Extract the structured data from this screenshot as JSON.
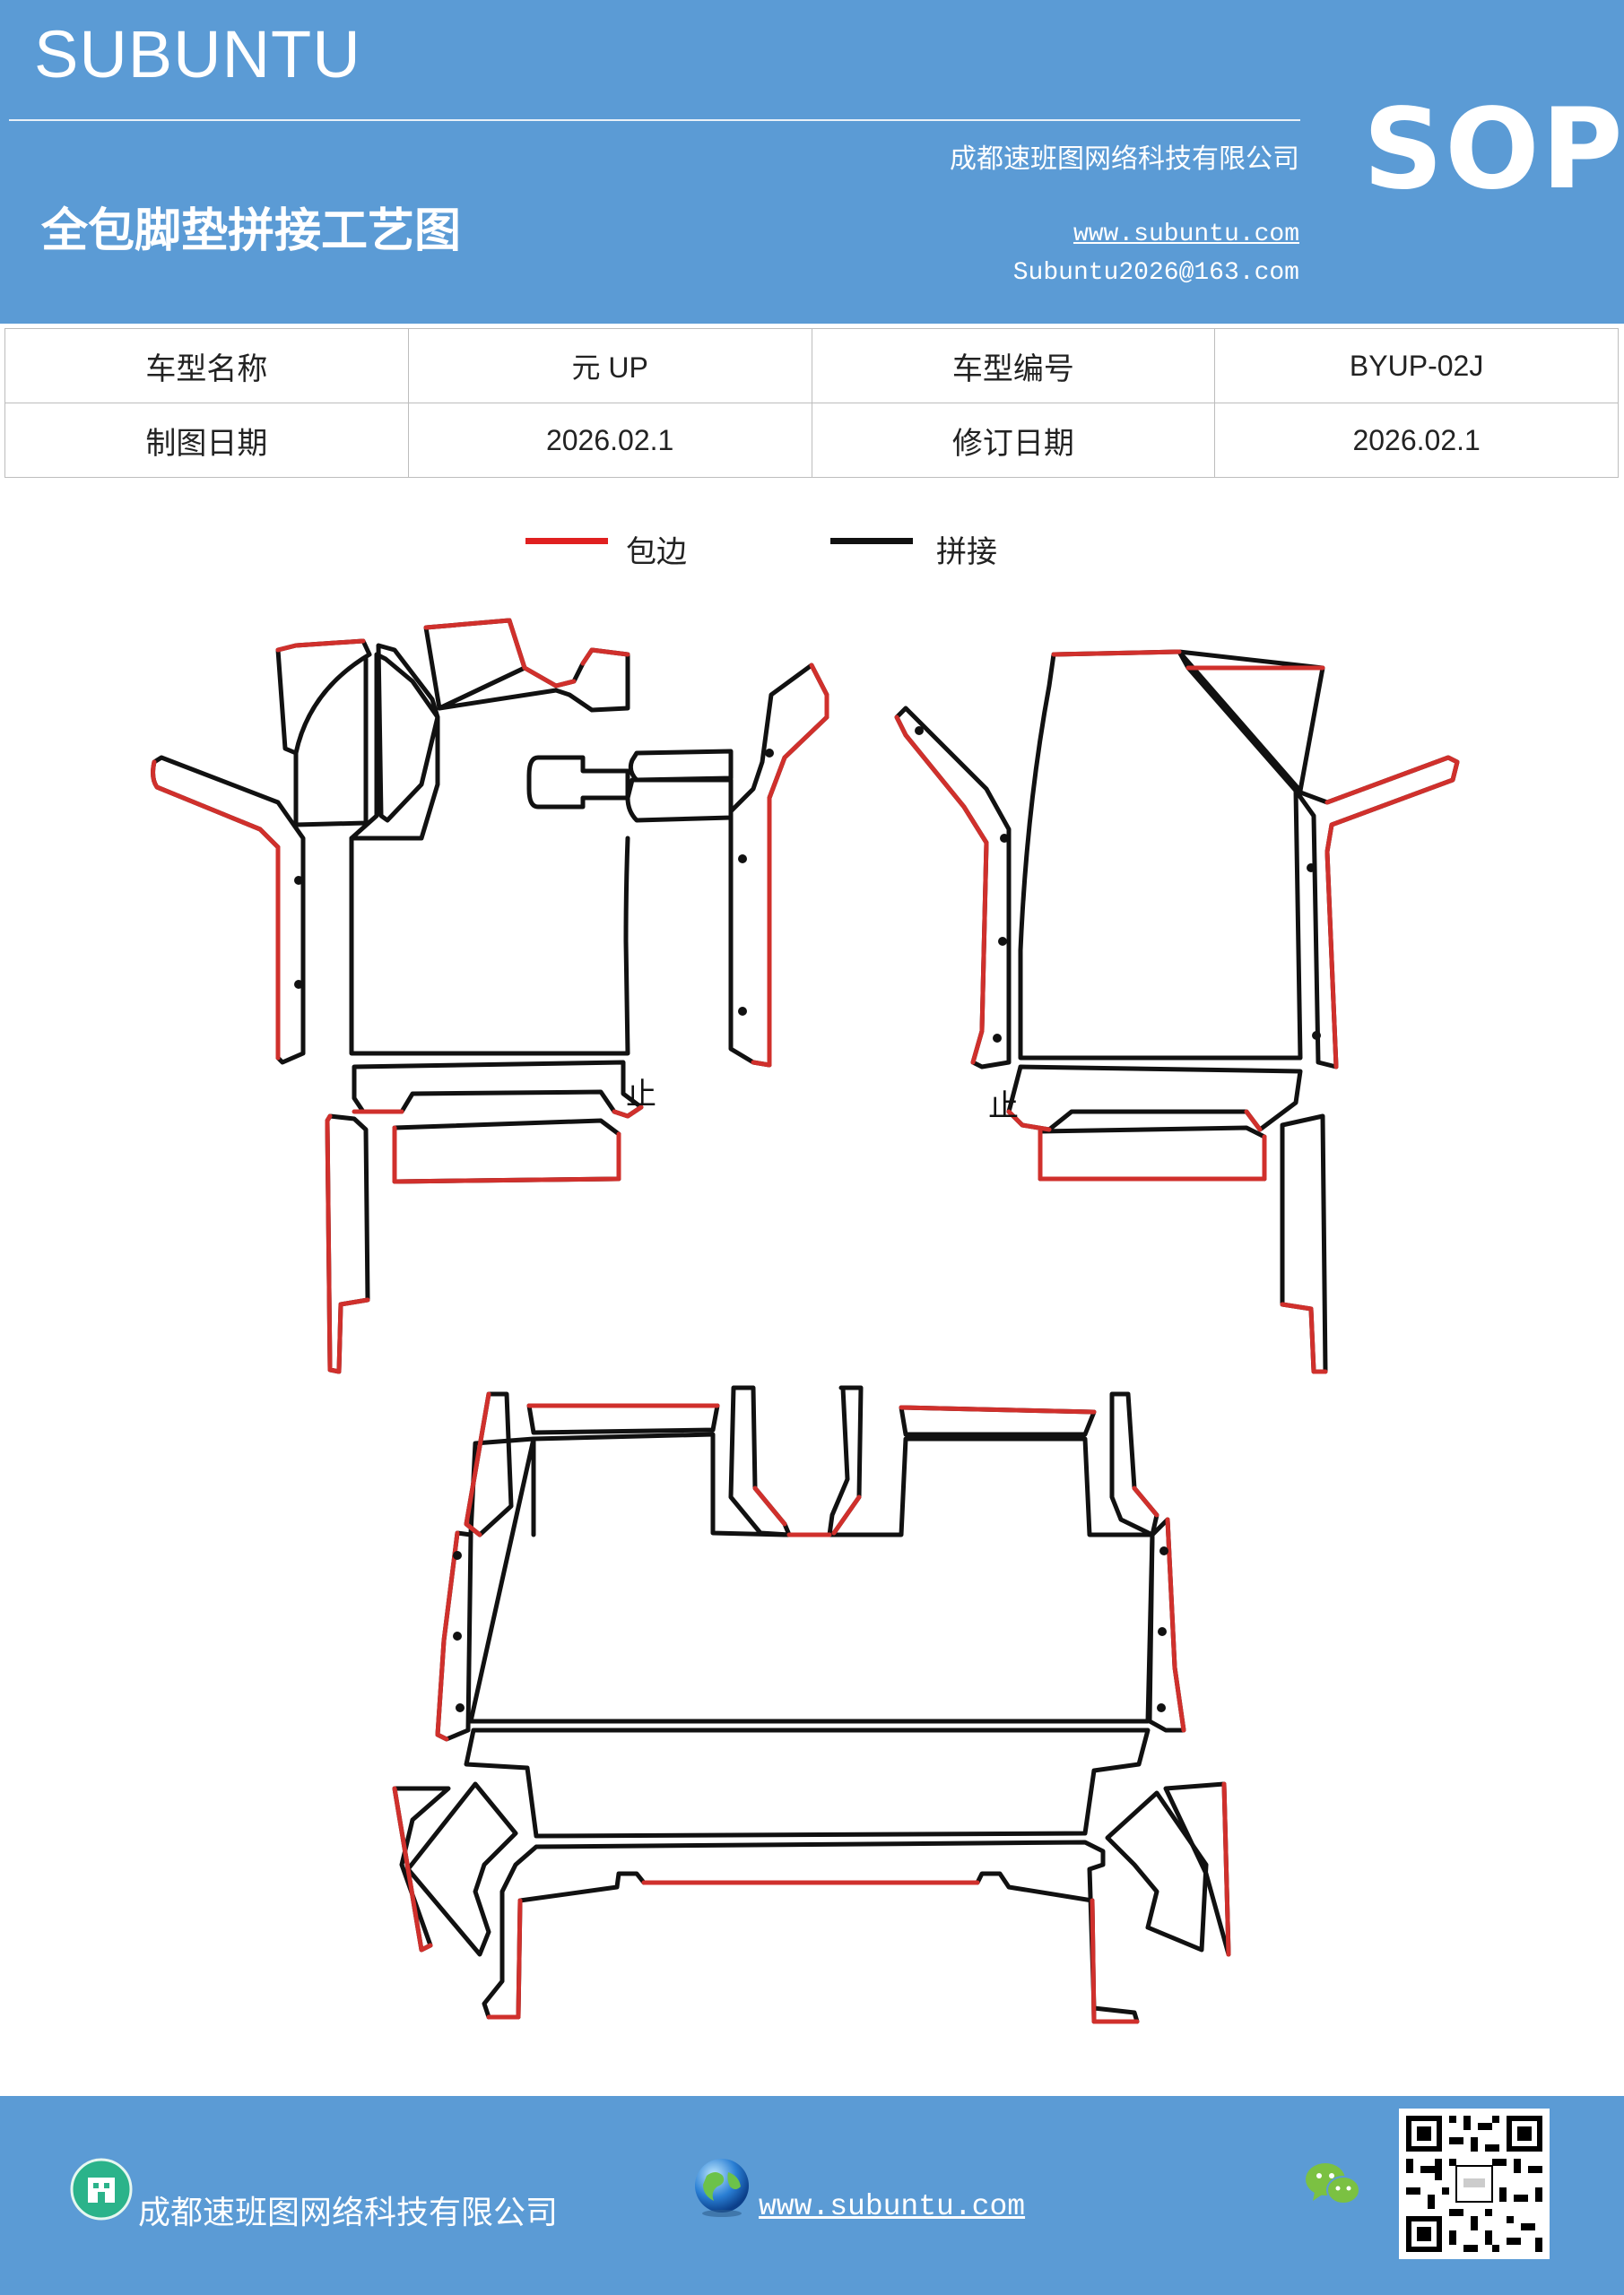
{
  "header": {
    "brand": "SUBUNTU",
    "company": "成都速班图网络科技有限公司",
    "title": "全包脚垫拼接工艺图",
    "website": "www.subuntu.com",
    "email": "Subuntu2026@163.com",
    "badge": "SOP"
  },
  "info_table": {
    "rows": [
      [
        "车型名称",
        "元 UP",
        "车型编号",
        "BYUP-02J"
      ],
      [
        "制图日期",
        "2026.02.1",
        "修订日期",
        "2026.02.1"
      ]
    ]
  },
  "legend": {
    "items": [
      {
        "label": "包边",
        "color": "#e02020"
      },
      {
        "label": "拼接",
        "color": "#111111"
      }
    ]
  },
  "diagram": {
    "marks": [
      "止",
      "止"
    ],
    "edge_color": "#d0302c",
    "seam_color": "#111111"
  },
  "footer": {
    "company": "成都速班图网络科技有限公司",
    "website": "www.subuntu.com ",
    "icons": [
      "building-icon",
      "globe-icon",
      "wechat-icon",
      "qr-code"
    ]
  },
  "colors": {
    "brand_blue": "#5b9bd5"
  }
}
